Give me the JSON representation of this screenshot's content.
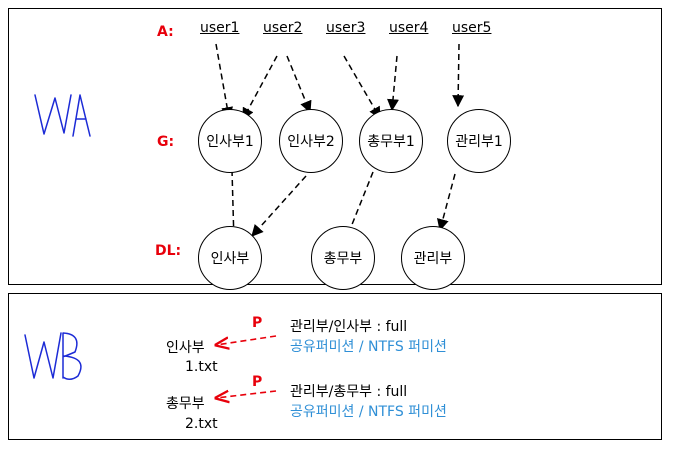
{
  "wa": {
    "title": "WA",
    "row_labels": {
      "a": "A:",
      "g": "G:",
      "dl": "DL:"
    },
    "users": [
      "user1",
      "user2",
      "user3",
      "user4",
      "user5"
    ],
    "groups": [
      "인사부1",
      "인사부2",
      "총무부1",
      "관리부1"
    ],
    "dl": [
      "인사부",
      "총무부",
      "관리부"
    ]
  },
  "wb": {
    "title": "WB",
    "p_label": "P",
    "files": [
      {
        "folder": "인사부",
        "file": "1.txt",
        "perm": "관리부/인사부 :  full",
        "perm_type": "공유퍼미션 / NTFS 퍼미션"
      },
      {
        "folder": "총무부",
        "file": "2.txt",
        "perm": "관리부/총무부 : full",
        "perm_type": "공유퍼미션 / NTFS 퍼미션"
      }
    ]
  },
  "colors": {
    "label_red": "#e8000b",
    "perm_blue": "#2f8fd6",
    "handwriting_blue": "#1c2bd6"
  }
}
